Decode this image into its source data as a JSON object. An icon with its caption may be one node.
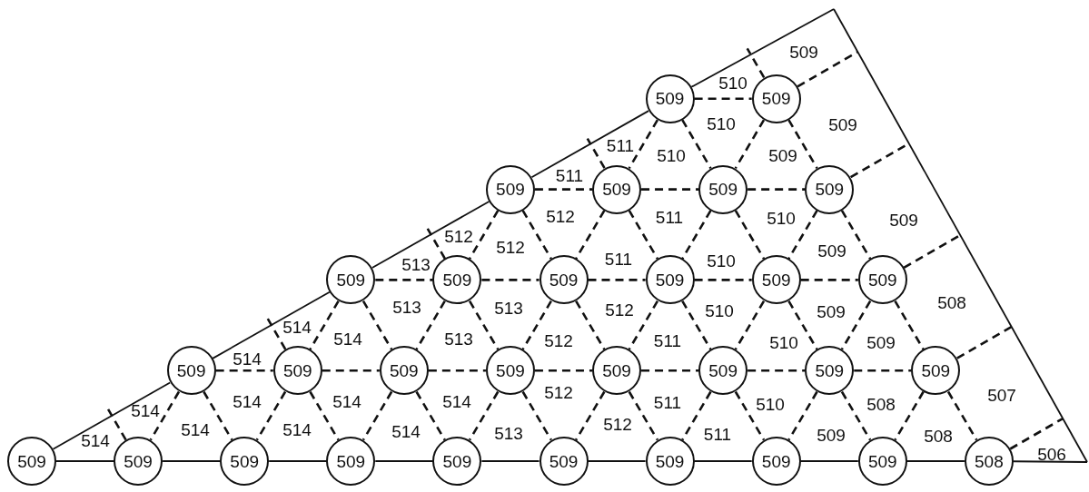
{
  "diagram": {
    "nodes": [
      {
        "text": [
          "509"
        ]
      },
      {
        "text": [
          "509"
        ]
      },
      {
        "text": [
          "509"
        ]
      },
      {
        "text": [
          "509"
        ]
      },
      {
        "text": [
          "509"
        ]
      },
      {
        "text": [
          "509"
        ]
      },
      {
        "text": [
          "509"
        ]
      },
      {
        "text": [
          "509"
        ]
      },
      {
        "text": [
          "509"
        ]
      },
      {
        "text": [
          "509"
        ]
      },
      {
        "text": [
          "509"
        ]
      },
      {
        "text": [
          "509"
        ]
      },
      {
        "text": [
          "509"
        ]
      },
      {
        "text": [
          "509"
        ]
      },
      {
        "text": [
          "509"
        ]
      },
      {
        "text": [
          "509"
        ]
      },
      {
        "text": [
          "509"
        ]
      },
      {
        "text": [
          "509"
        ]
      },
      {
        "text": [
          "509"
        ]
      },
      {
        "text": [
          "509"
        ]
      },
      {
        "text": [
          "509"
        ]
      },
      {
        "text": [
          "509"
        ]
      },
      {
        "text": [
          "509"
        ]
      },
      {
        "text": [
          "509"
        ]
      },
      {
        "text": [
          "509"
        ]
      },
      {
        "text": [
          "509"
        ]
      },
      {
        "text": [
          "509"
        ]
      },
      {
        "text": [
          "509"
        ]
      },
      {
        "text": [
          "509"
        ]
      },
      {
        "text": [
          "508"
        ]
      }
    ],
    "edges": [
      {
        "from": 20,
        "to": 12,
        "arrow": "none"
      },
      {
        "from": 12,
        "to": 6,
        "arrow": "none"
      },
      {
        "from": 6,
        "to": 2,
        "arrow": "none"
      },
      {
        "from": 2,
        "to": 0,
        "arrow": "none"
      },
      {
        "from": 0,
        "to": null,
        "arrow": "none"
      },
      {
        "from": 20,
        "to": 21,
        "arrow": "none"
      },
      {
        "from": 21,
        "to": 22,
        "arrow": "none"
      },
      {
        "from": 22,
        "to": 23,
        "arrow": "none"
      },
      {
        "from": 23,
        "to": 24,
        "arrow": "none"
      },
      {
        "from": 24,
        "to": 25,
        "arrow": "none"
      },
      {
        "from": 25,
        "to": 26,
        "arrow": "none"
      },
      {
        "from": 26,
        "to": 27,
        "arrow": "none"
      },
      {
        "from": 27,
        "to": 28,
        "arrow": "none"
      },
      {
        "from": 28,
        "to": 29,
        "arrow": "none"
      },
      {
        "from": 29,
        "to": null,
        "arrow": "none"
      },
      {
        "from": 12,
        "to": 13,
        "arrow": "none",
        "style": "dashed"
      },
      {
        "from": 13,
        "to": 14,
        "arrow": "none",
        "style": "dashed"
      },
      {
        "from": 14,
        "to": 15,
        "arrow": "none",
        "style": "dashed"
      },
      {
        "from": 15,
        "to": 16,
        "arrow": "none",
        "style": "dashed"
      },
      {
        "from": 16,
        "to": 17,
        "arrow": "none",
        "style": "dashed"
      },
      {
        "from": 17,
        "to": 18,
        "arrow": "none",
        "style": "dashed"
      },
      {
        "from": 18,
        "to": 19,
        "arrow": "none",
        "style": "dashed"
      },
      {
        "from": 6,
        "to": 7,
        "arrow": "none",
        "style": "dashed"
      },
      {
        "from": 7,
        "to": 8,
        "arrow": "none",
        "style": "dashed"
      },
      {
        "from": 8,
        "to": 9,
        "arrow": "none",
        "style": "dashed"
      },
      {
        "from": 9,
        "to": 10,
        "arrow": "none",
        "style": "dashed"
      },
      {
        "from": 10,
        "to": 11,
        "arrow": "none",
        "style": "dashed"
      },
      {
        "from": 2,
        "to": 3,
        "arrow": "none",
        "style": "dashed"
      },
      {
        "from": 3,
        "to": 4,
        "arrow": "none",
        "style": "dashed"
      },
      {
        "from": 4,
        "to": 5,
        "arrow": "none",
        "style": "dashed"
      },
      {
        "from": 0,
        "to": 1,
        "arrow": "none",
        "style": "dashed"
      },
      {
        "from": 12,
        "to": 21,
        "arrow": "none",
        "style": "dashed"
      },
      {
        "from": 12,
        "to": 22,
        "arrow": "none",
        "style": "dashed"
      },
      {
        "from": 13,
        "to": 22,
        "arrow": "none",
        "style": "dashed"
      },
      {
        "from": 13,
        "to": 23,
        "arrow": "none",
        "style": "dashed"
      },
      {
        "from": 14,
        "to": 23,
        "arrow": "none",
        "style": "dashed"
      },
      {
        "from": 14,
        "to": 24,
        "arrow": "none",
        "style": "dashed"
      },
      {
        "from": 15,
        "to": 24,
        "arrow": "none",
        "style": "dashed"
      },
      {
        "from": 15,
        "to": 25,
        "arrow": "none",
        "style": "dashed"
      },
      {
        "from": 16,
        "to": 25,
        "arrow": "none",
        "style": "dashed"
      },
      {
        "from": 16,
        "to": 26,
        "arrow": "none",
        "style": "dashed"
      },
      {
        "from": 17,
        "to": 26,
        "arrow": "none",
        "style": "dashed"
      },
      {
        "from": 17,
        "to": 27,
        "arrow": "none",
        "style": "dashed"
      },
      {
        "from": 18,
        "to": 27,
        "arrow": "none",
        "style": "dashed"
      },
      {
        "from": 18,
        "to": 28,
        "arrow": "none",
        "style": "dashed"
      },
      {
        "from": 19,
        "to": 28,
        "arrow": "none",
        "style": "dashed"
      },
      {
        "from": 19,
        "to": 29,
        "arrow": "none",
        "style": "dashed"
      },
      {
        "from": 6,
        "to": 13,
        "arrow": "none",
        "style": "dashed"
      },
      {
        "from": 6,
        "to": 14,
        "arrow": "none",
        "style": "dashed"
      },
      {
        "from": 7,
        "to": 14,
        "arrow": "none",
        "style": "dashed"
      },
      {
        "from": 7,
        "to": 15,
        "arrow": "none",
        "style": "dashed"
      },
      {
        "from": 8,
        "to": 15,
        "arrow": "none",
        "style": "dashed"
      },
      {
        "from": 8,
        "to": 16,
        "arrow": "none",
        "style": "dashed"
      },
      {
        "from": 9,
        "to": 16,
        "arrow": "none",
        "style": "dashed"
      },
      {
        "from": 9,
        "to": 17,
        "arrow": "none",
        "style": "dashed"
      },
      {
        "from": 10,
        "to": 17,
        "arrow": "none",
        "style": "dashed"
      },
      {
        "from": 10,
        "to": 18,
        "arrow": "none",
        "style": "dashed"
      },
      {
        "from": 11,
        "to": 18,
        "arrow": "none",
        "style": "dashed"
      },
      {
        "from": 11,
        "to": 19,
        "arrow": "none",
        "style": "dashed"
      },
      {
        "from": 2,
        "to": 7,
        "arrow": "none",
        "style": "dashed"
      },
      {
        "from": 2,
        "to": 8,
        "arrow": "none",
        "style": "dashed"
      },
      {
        "from": 3,
        "to": 8,
        "arrow": "none",
        "style": "dashed"
      },
      {
        "from": 3,
        "to": 9,
        "arrow": "none",
        "style": "dashed"
      },
      {
        "from": 4,
        "to": 9,
        "arrow": "none",
        "style": "dashed"
      },
      {
        "from": 4,
        "to": 10,
        "arrow": "none",
        "style": "dashed"
      },
      {
        "from": 5,
        "to": 10,
        "arrow": "none",
        "style": "dashed"
      },
      {
        "from": 5,
        "to": 11,
        "arrow": "none",
        "style": "dashed"
      },
      {
        "from": 0,
        "to": 3,
        "arrow": "none",
        "style": "dashed"
      },
      {
        "from": 0,
        "to": 4,
        "arrow": "none",
        "style": "dashed"
      },
      {
        "from": 1,
        "to": 4,
        "arrow": "none",
        "style": "dashed"
      },
      {
        "from": 1,
        "to": 5,
        "arrow": "none",
        "style": "dashed"
      },
      {
        "from": 21,
        "to": null,
        "arrow": "none",
        "style": "dashed"
      },
      {
        "from": 13,
        "to": null,
        "arrow": "none",
        "style": "dashed"
      },
      {
        "from": 7,
        "to": null,
        "arrow": "none",
        "style": "dashed"
      },
      {
        "from": 3,
        "to": null,
        "arrow": "none",
        "style": "dashed"
      },
      {
        "from": 1,
        "to": null,
        "arrow": "none",
        "style": "dashed"
      },
      {
        "from": 29,
        "to": null,
        "arrow": "none",
        "style": "dashed"
      },
      {
        "from": 19,
        "to": null,
        "arrow": "none",
        "style": "dashed"
      },
      {
        "from": 11,
        "to": null,
        "arrow": "none",
        "style": "dashed"
      },
      {
        "from": 5,
        "to": null,
        "arrow": "none",
        "style": "dashed"
      },
      {
        "from": 1,
        "to": null,
        "arrow": "none",
        "style": "dashed"
      }
    ],
    "labels": [
      "509",
      "510",
      "510",
      "509",
      "511",
      "510",
      "509",
      "511",
      "512",
      "511",
      "510",
      "509",
      "513",
      "512",
      "512",
      "511",
      "510",
      "509",
      "513",
      "513",
      "512",
      "510",
      "509",
      "508",
      "514",
      "514",
      "513",
      "512",
      "511",
      "510",
      "509",
      "514",
      "514",
      "514",
      "514",
      "514",
      "512",
      "511",
      "510",
      "508",
      "507",
      "514",
      "514",
      "514",
      "514",
      "513",
      "512",
      "511",
      "509",
      "508",
      "506"
    ]
  }
}
